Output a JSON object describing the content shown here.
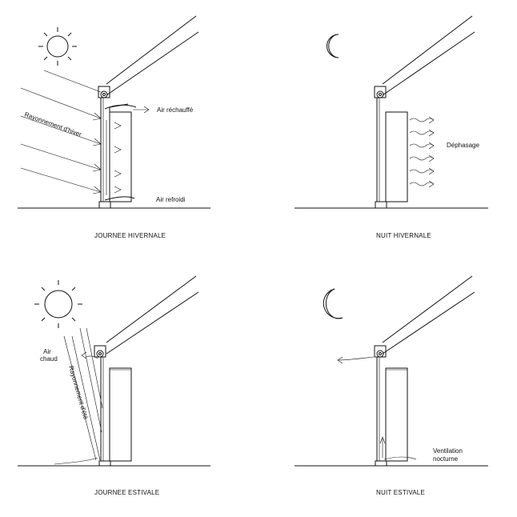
{
  "panels": {
    "winter_day": {
      "caption": "JOURNEE   HIVERNALE",
      "radiation": "Rayonnement d'hiver",
      "warm_air": "Air réchauffé",
      "cool_air": "Air refroidi"
    },
    "winter_night": {
      "caption": "NUIT   HIVERNALE",
      "effect": "Déphasage"
    },
    "summer_day": {
      "caption": "JOURNEE   ESTIVALE",
      "radiation": "Rayonnement d'été",
      "hot_air_1": "Air",
      "hot_air_2": "chaud"
    },
    "summer_night": {
      "caption": "NUIT   ESTIVALE",
      "ventilation_1": "Ventilation",
      "ventilation_2": "nocturne"
    }
  },
  "icons": [
    "sun-icon",
    "moon-icon",
    "arrow-icon",
    "wavy-arrow-icon"
  ]
}
